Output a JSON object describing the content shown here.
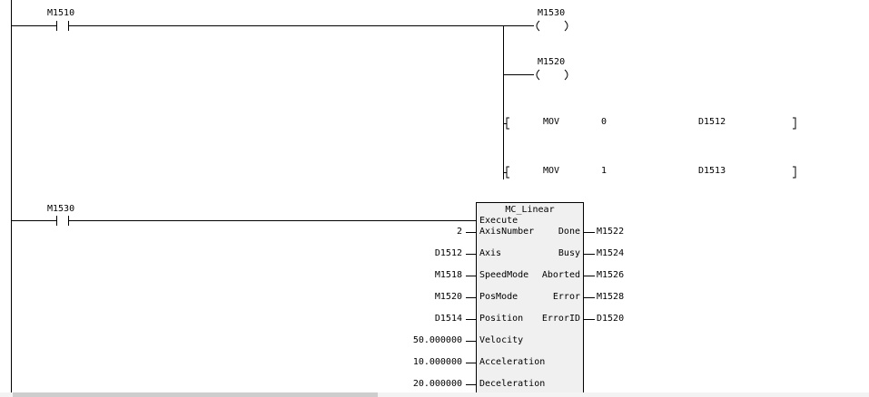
{
  "rung1": {
    "contact": "M1510",
    "coils": [
      "M1530",
      "M1520"
    ],
    "instructions": [
      {
        "op": "MOV",
        "src": "0",
        "dst": "D1512"
      },
      {
        "op": "MOV",
        "src": "1",
        "dst": "D1513"
      }
    ]
  },
  "rung2": {
    "contact": "M1530",
    "block": {
      "title": "MC_Linear",
      "inputs": [
        {
          "pin": "Execute",
          "value": ""
        },
        {
          "pin": "AxisNumber",
          "value": "2"
        },
        {
          "pin": "Axis",
          "value": "D1512"
        },
        {
          "pin": "SpeedMode",
          "value": "M1518"
        },
        {
          "pin": "PosMode",
          "value": "M1520"
        },
        {
          "pin": "Position",
          "value": "D1514"
        },
        {
          "pin": "Velocity",
          "value": "50.000000"
        },
        {
          "pin": "Acceleration",
          "value": "10.000000"
        },
        {
          "pin": "Deceleration",
          "value": "20.000000"
        }
      ],
      "outputs": [
        {
          "pin": "Done",
          "value": "M1522"
        },
        {
          "pin": "Busy",
          "value": "M1524"
        },
        {
          "pin": "Aborted",
          "value": "M1526"
        },
        {
          "pin": "Error",
          "value": "M1528"
        },
        {
          "pin": "ErrorID",
          "value": "D1520"
        }
      ]
    }
  }
}
